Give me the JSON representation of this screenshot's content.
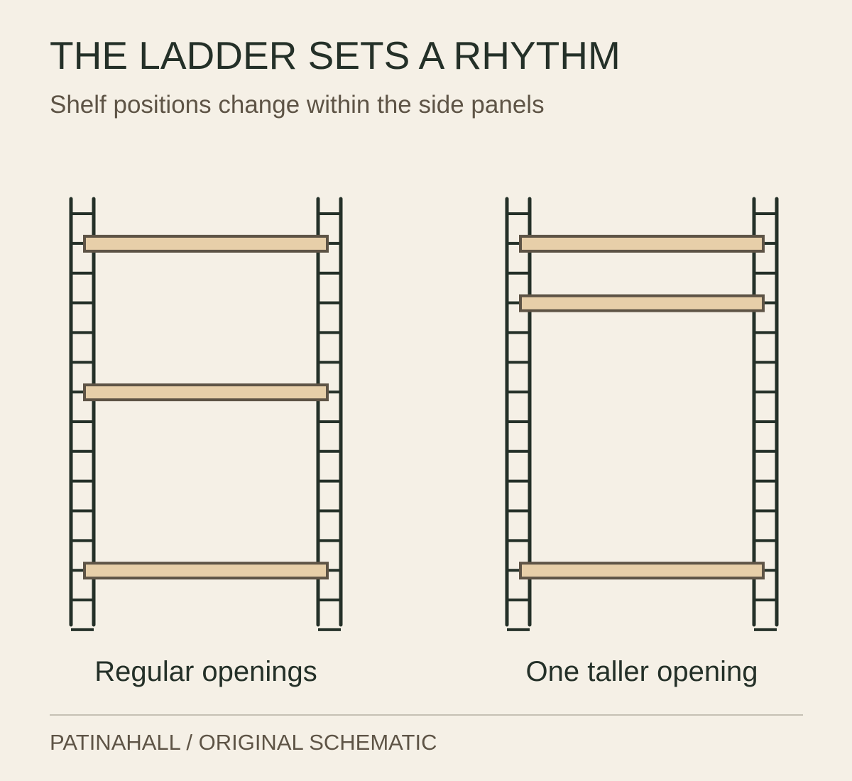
{
  "title": "THE LADDER SETS A RHYTHM",
  "subtitle": "Shelf positions change within the side panels",
  "colors": {
    "background": "#f5f0e6",
    "ladder": "#243028",
    "shelf_fill": "#e7cfa9",
    "shelf_outline": "#5e5446",
    "divider": "#c6c0b4"
  },
  "ladder": {
    "rungs_per_side": 15
  },
  "units": [
    {
      "caption": "Regular openings",
      "shelf_rungs": [
        2,
        7,
        13
      ]
    },
    {
      "caption": "One taller opening",
      "shelf_rungs": [
        2,
        4,
        13
      ]
    }
  ],
  "footer": "PATINAHALL / ORIGINAL SCHEMATIC"
}
